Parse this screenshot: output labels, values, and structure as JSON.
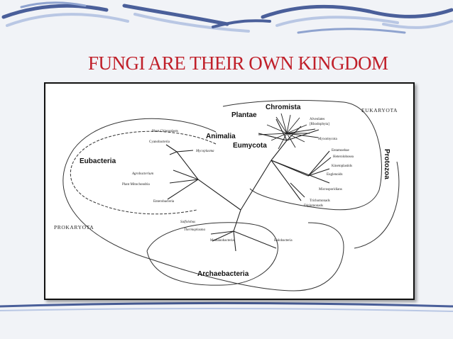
{
  "slide": {
    "title": "FUNGI ARE THEIR OWN KINGDOM"
  },
  "colors": {
    "title": "#c0202a",
    "swoosh_dark": "#4a5f9a",
    "swoosh_light": "#b9c7e4",
    "background": "#f1f3f7"
  },
  "diagram": {
    "domains": {
      "eukaryota": "EUKARYOTA",
      "prokaryota": "PROKARYOTA",
      "protozoa": "Protozoa",
      "eubacteria": "Eubacteria",
      "archaebacteria": "Archaebacteria"
    },
    "kingdoms": {
      "plantae": "Plantae",
      "chromista": "Chromista",
      "animalia": "Animalia",
      "eumycota": "Eumycota"
    },
    "bacteria_leaves": {
      "plant_chloroplasts": "Plant Chloroplasts",
      "cyanobacteria": "Cyanobacteria",
      "mycoplasma": "Mycoplasma",
      "agrobacterium": "Agrobacterium",
      "plant_mitochondria": "Plant Mitochondria",
      "enterobacteria": "Enterobacteria"
    },
    "protist_leaves": {
      "alveolates": "Alveolates",
      "rhodophyta": "[Rhodophyta]",
      "myxomycota": "Myxomycota",
      "entamoebae": "Entamoebae",
      "heterolobosea": "Heterolobosea",
      "kinetoplastids": "Kinetoplastids",
      "euglenoids": "Euglenoids",
      "microsporidians": "Microsporidians",
      "trichomonads": "Trichomonads",
      "diplomonads": "Diplomonads"
    },
    "archaea_leaves": {
      "sulfolobus": "Sulfolobus",
      "thermoplasma": "Thermoplasma",
      "methanobacteria": "Methanobacteria",
      "halobacteria": "Halobacteria"
    }
  }
}
